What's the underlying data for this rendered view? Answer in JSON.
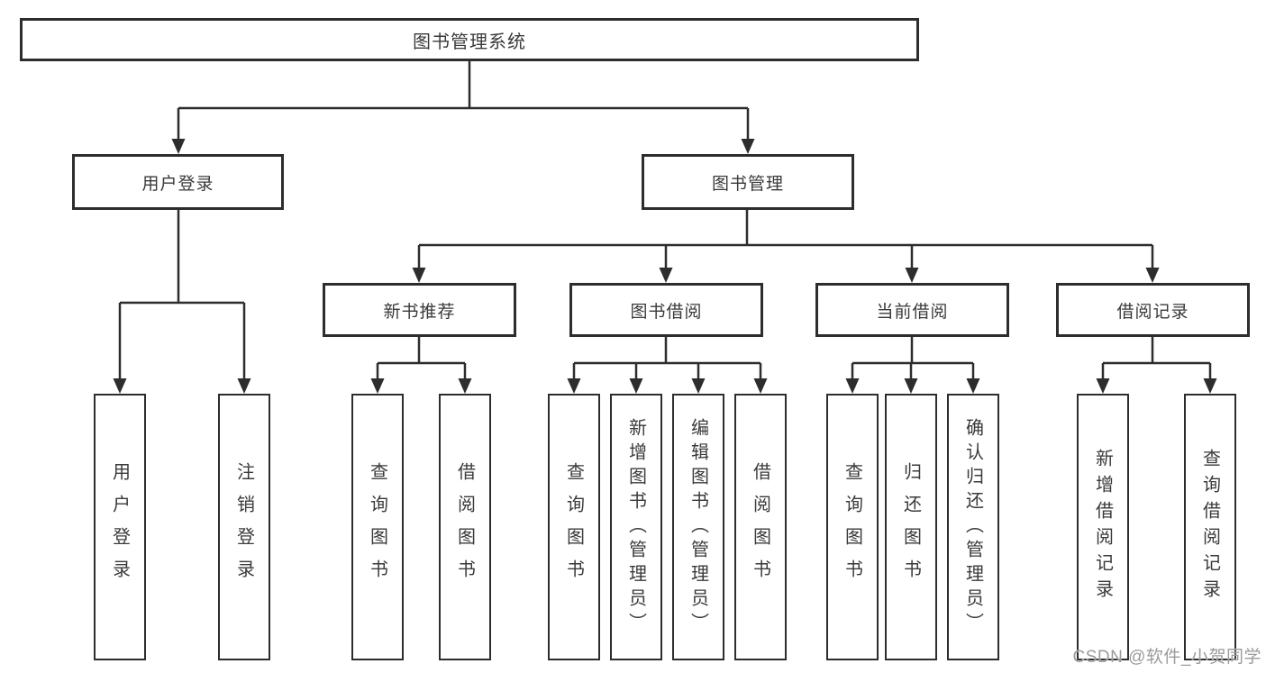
{
  "diagram": {
    "root": {
      "label": "图书管理系统"
    },
    "level2": [
      {
        "label": "用户登录"
      },
      {
        "label": "图书管理"
      }
    ],
    "level3": [
      {
        "label": "新书推荐"
      },
      {
        "label": "图书借阅"
      },
      {
        "label": "当前借阅"
      },
      {
        "label": "借阅记录"
      }
    ],
    "leaves": {
      "user_login": [
        "用户登录",
        "注销登录"
      ],
      "new_books": [
        "查询图书",
        "借阅图书"
      ],
      "book_borrow": [
        "查询图书",
        "新增图书（管理员）",
        "编辑图书（管理员）",
        "借阅图书"
      ],
      "current_borrow": [
        "查询图书",
        "归还图书",
        "确认归还（管理员）"
      ],
      "borrow_records": [
        "新增借阅记录",
        "查询借阅记录"
      ]
    }
  },
  "watermark": "CSDN @软件_小贺同学",
  "colors": {
    "line": "#2d2d2d",
    "text": "#3a3a3a",
    "watermark": "#9b9b9b",
    "background": "#ffffff"
  }
}
